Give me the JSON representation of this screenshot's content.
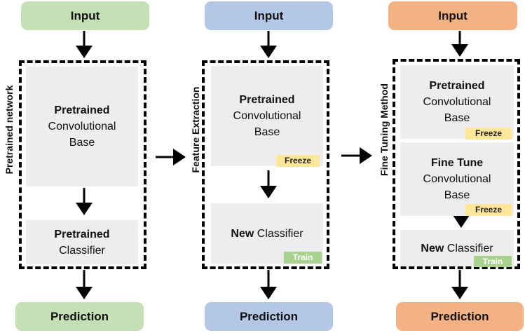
{
  "col1": {
    "input": "Input",
    "side_label": "Pretrained network",
    "base_bold": "Pretrained",
    "base_line2": "Convolutional",
    "base_line3": "Base",
    "clf_bold": "Pretrained",
    "clf_line2": "Classifier",
    "output": "Prediction"
  },
  "col2": {
    "input": "Input",
    "side_label": "Feature Extraction",
    "base_bold": "Pretrained",
    "base_line2": "Convolutional",
    "base_line3": "Base",
    "base_tag": "Freeze",
    "clf_bold": "New",
    "clf_rest": " Classifier",
    "clf_tag": "Train",
    "output": "Prediction"
  },
  "col3": {
    "input": "Input",
    "side_label": "Fine Tuning Method",
    "base_bold": "Pretrained",
    "base_line2": "Convolutional",
    "base_line3": "Base",
    "base_tag": "Freeze",
    "tune_bold": "Fine Tune",
    "tune_line2": "Convolutional",
    "tune_line3": "Base",
    "tune_tag": "Freeze",
    "clf_bold": "New",
    "clf_rest": " Classifier",
    "clf_tag": "Train",
    "output": "Prediction"
  },
  "colors": {
    "green": "#c5e0b4",
    "blue": "#b4c7e7",
    "orange": "#f4b183",
    "freeze": "#ffe699",
    "train": "#a9d18e",
    "box": "#ededed"
  }
}
